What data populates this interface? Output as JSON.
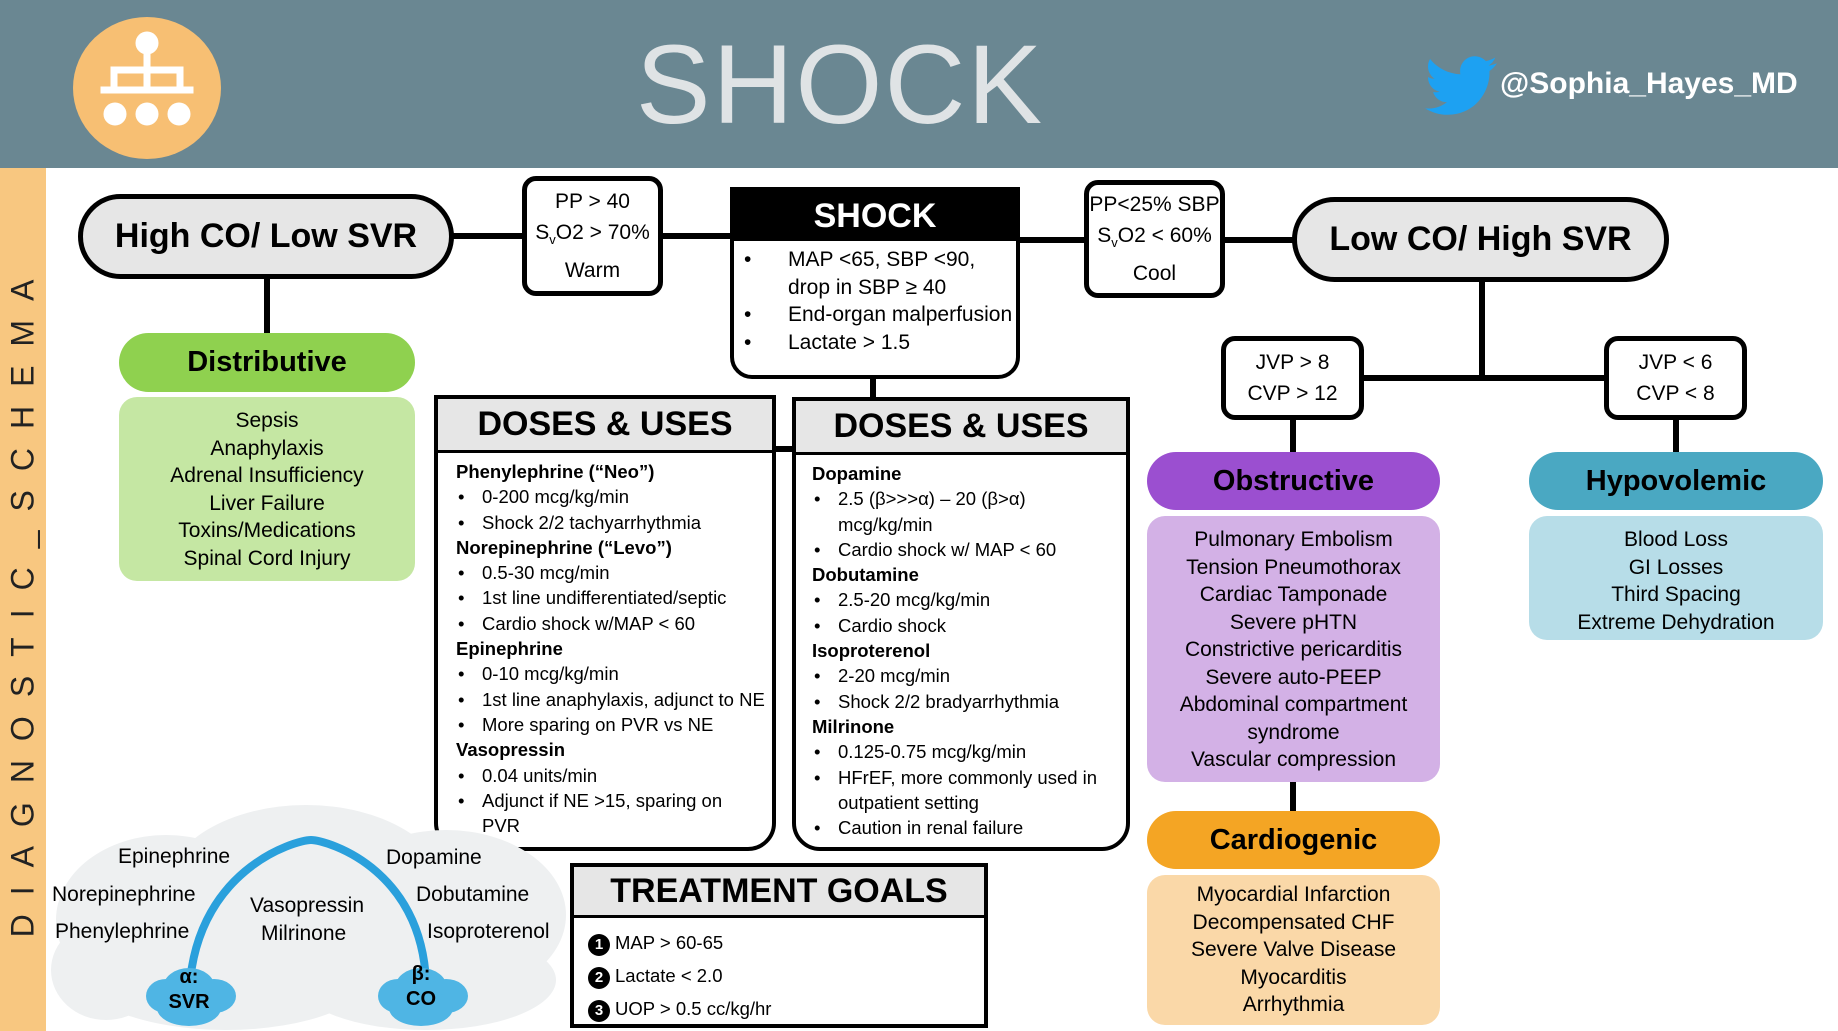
{
  "header": {
    "title": "SHOCK",
    "handle": "@Sophia_Hayes_MD",
    "sidebar_text": "DIAGNOSTIC_SCHEMA"
  },
  "shock_box": {
    "title": "SHOCK",
    "bullets": [
      "MAP <65, SBP <90,",
      "drop in SBP ≥ 40",
      "End-organ malperfusion",
      "Lactate > 1.5"
    ]
  },
  "left_pill": "High CO/ Low SVR",
  "right_pill": "Low CO/ High SVR",
  "warm_box": {
    "line1": "PP > 40",
    "line2a": "S",
    "line2sub": "v",
    "line2b": "O2 > 70%",
    "line3": "Warm"
  },
  "cool_box": {
    "line1": "PP<25% SBP",
    "line2a": "S",
    "line2sub": "v",
    "line2b": "O2 < 60%",
    "line3": "Cool"
  },
  "jvp_high": {
    "line1": "JVP > 8",
    "line2": "CVP > 12"
  },
  "jvp_low": {
    "line1": "JVP < 6",
    "line2": "CVP < 8"
  },
  "categories": {
    "distributive": {
      "label": "Distributive",
      "items": [
        "Sepsis",
        "Anaphylaxis",
        "Adrenal Insufficiency",
        "Liver Failure",
        "Toxins/Medications",
        "Spinal Cord Injury"
      ]
    },
    "obstructive": {
      "label": "Obstructive",
      "items": [
        "Pulmonary Embolism",
        "Tension Pneumothorax",
        "Cardiac Tamponade",
        "Severe pHTN",
        "Constrictive pericarditis",
        "Severe auto-PEEP",
        "Abdominal compartment",
        "syndrome",
        "Vascular compression"
      ]
    },
    "hypovolemic": {
      "label": "Hypovolemic",
      "items": [
        "Blood Loss",
        "GI Losses",
        "Third Spacing",
        "Extreme Dehydration"
      ]
    },
    "cardiogenic": {
      "label": "Cardiogenic",
      "items": [
        "Myocardial Infarction",
        "Decompensated CHF",
        "Severe Valve Disease",
        "Myocarditis",
        "Arrhythmia"
      ]
    }
  },
  "doses_left": {
    "title": "DOSES & USES",
    "drugs": [
      {
        "name": "Phenylephrine (“Neo”)",
        "bullets": [
          "0-200 mcg/kg/min",
          "Shock 2/2 tachyarrhythmia"
        ]
      },
      {
        "name": "Norepinephrine (“Levo”)",
        "bullets": [
          "0.5-30 mcg/min",
          "1st line undifferentiated/septic",
          "Cardio shock w/MAP < 60"
        ]
      },
      {
        "name": "Epinephrine",
        "bullets": [
          "0-10 mcg/kg/min",
          "1st line anaphylaxis, adjunct to NE",
          "More sparing on PVR vs NE"
        ]
      },
      {
        "name": "Vasopressin",
        "bullets": [
          "0.04 units/min",
          "Adjunct if NE >15, sparing on PVR"
        ]
      }
    ]
  },
  "doses_right": {
    "title": "DOSES & USES",
    "drugs": [
      {
        "name": "Dopamine",
        "bullets": [
          "2.5 (β>>>α) – 20 (β>α) mcg/kg/min",
          "Cardio shock w/ MAP < 60"
        ]
      },
      {
        "name": "Dobutamine",
        "bullets": [
          "2.5-20 mcg/kg/min",
          "Cardio shock"
        ]
      },
      {
        "name": "Isoproterenol",
        "bullets": [
          "2-20 mcg/min",
          "Shock 2/2 bradyarrhythmia"
        ]
      },
      {
        "name": "Milrinone",
        "bullets": [
          "0.125-0.75 mcg/kg/min",
          "HFrEF, more commonly used in outpatient setting",
          "Caution in renal failure"
        ]
      }
    ]
  },
  "treatment_goals": {
    "title": "TREATMENT GOALS",
    "goals": [
      {
        "num": "1",
        "text": "MAP > 60-65"
      },
      {
        "num": "2",
        "text": "Lactate < 2.0"
      },
      {
        "num": "3",
        "text": "UOP > 0.5 cc/kg/hr"
      }
    ]
  },
  "receptor_map": {
    "left_drugs": [
      "Epinephrine",
      "Norepinephrine",
      "Phenylephrine"
    ],
    "middle_drugs": [
      "Vasopressin",
      "Milrinone"
    ],
    "right_drugs": [
      "Dopamine",
      "Dobutamine",
      "Isoproterenol"
    ],
    "alpha_label": "α:",
    "alpha_target": "SVR",
    "beta_label": "β:",
    "beta_target": "CO"
  },
  "colors": {
    "header_bg": "#6a8792",
    "sidebar_bg": "#f8c780",
    "distributive": "#8fd14f",
    "distributive_light": "#c5e7a3",
    "obstructive": "#9b4fd0",
    "obstructive_light": "#d3b1e6",
    "hypovolemic": "#4aa8c2",
    "hypovolemic_light": "#b7dde8",
    "cardiogenic": "#f4a524",
    "cardiogenic_light": "#fad8a8",
    "arc_blue": "#2aa0dc"
  }
}
